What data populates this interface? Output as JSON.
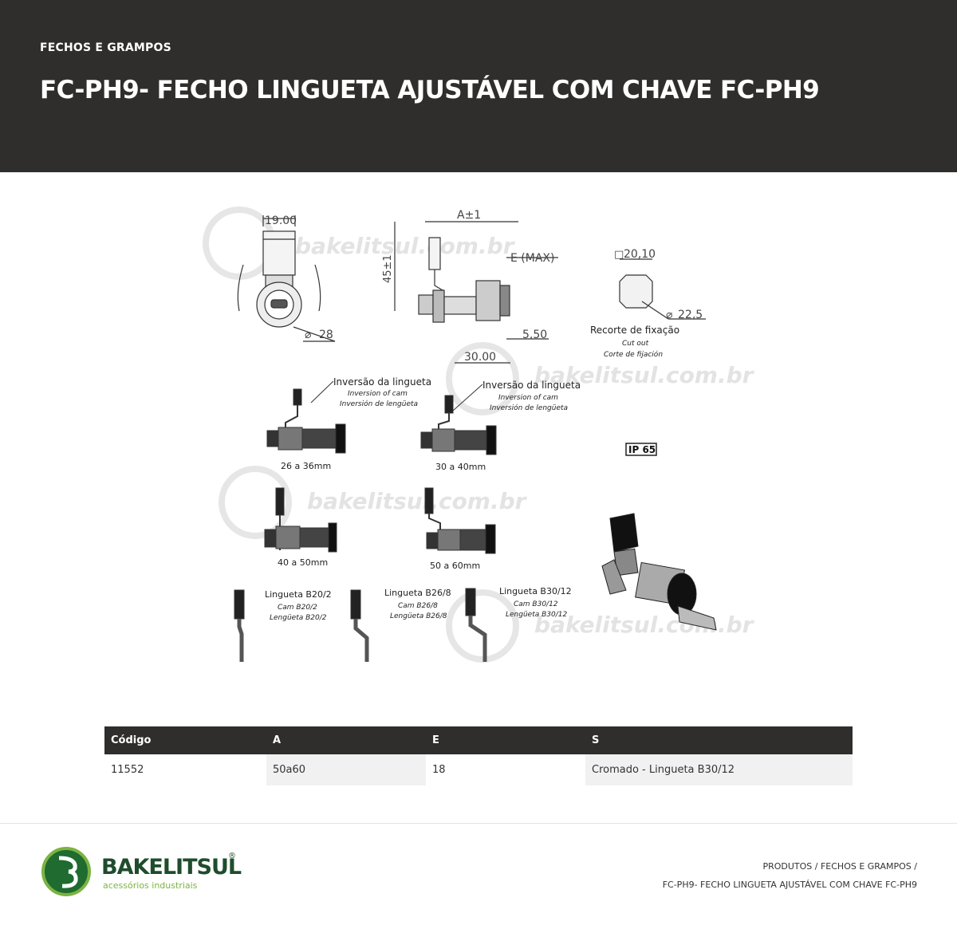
{
  "header": {
    "category": "FECHOS E GRAMPOS",
    "title": "FC-PH9- FECHO LINGUETA AJUSTÁVEL COM CHAVE FC-PH9"
  },
  "drawing": {
    "watermark": "bakelitsul.com.br",
    "dim_width": "19.00",
    "dim_diameter": "28",
    "dim_a": "A±1",
    "dim_height": "45±1",
    "dim_e": "E (MAX)",
    "dim_thread": "5,50",
    "dim_length": "30.00",
    "dim_square": "20,10",
    "dim_cutout_diameter": "22,5",
    "cutout_pt": "Recorte de fixação",
    "cutout_en": "Cut out",
    "cutout_es": "Corte de fijación",
    "inversion_pt": "Inversão da lingueta",
    "inversion_en": "Inversion of cam",
    "inversion_es": "Inversión de lengüeta",
    "range_1": "26 a 36mm",
    "range_2": "30 a 40mm",
    "range_3": "40 a 50mm",
    "range_4": "50 a 60mm",
    "ip_rating": "IP 65",
    "cams": [
      {
        "pt": "Lingueta B20/2",
        "en": "Cam B20/2",
        "es": "Lengüeta B20/2"
      },
      {
        "pt": "Lingueta B26/8",
        "en": "Cam B26/8",
        "es": "Lengüeta B26/8"
      },
      {
        "pt": "Lingueta B30/12",
        "en": "Cam B30/12",
        "es": "Lengüeta B30/12"
      }
    ]
  },
  "table": {
    "headers": [
      "Código",
      "A",
      "E",
      "S"
    ],
    "rows": [
      [
        "11552",
        "50a60",
        "18",
        "Cromado - Lingueta B30/12"
      ]
    ]
  },
  "footer": {
    "logo_text": "BAKELITSUL",
    "logo_registered": "®",
    "logo_tagline": "acessórios industriais",
    "breadcrumb_line1": "PRODUTOS / FECHOS E GRAMPOS /",
    "breadcrumb_line2": "FC-PH9- FECHO LINGUETA AJUSTÁVEL COM CHAVE FC-PH9"
  },
  "colors": {
    "header_bg": "#2f2e2c",
    "logo_green": "#1f6b30",
    "logo_light_green": "#7cb342"
  }
}
